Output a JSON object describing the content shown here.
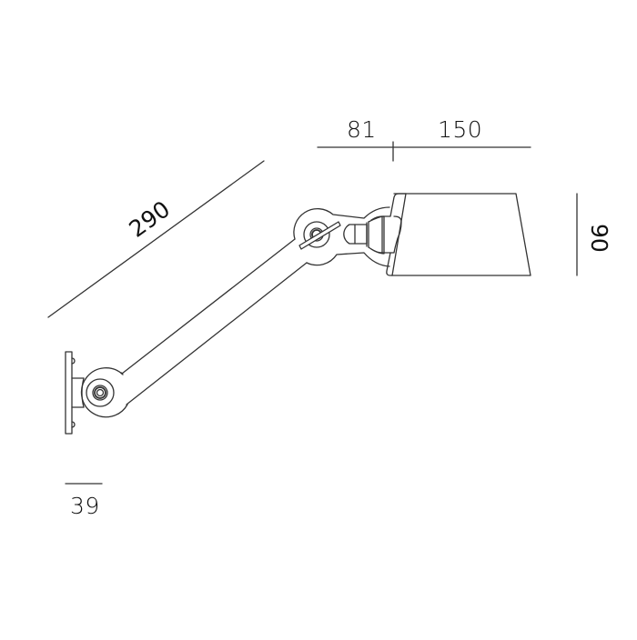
{
  "drawing": {
    "subject": "Wall lamp with single articulated arm — technical dimension drawing",
    "background": "#ffffff",
    "line_color": "#333333",
    "text_color": "#111111"
  },
  "dimensions": {
    "arm_length": {
      "value": "290",
      "orientation": "diagonal"
    },
    "joint_offset": {
      "value": "81",
      "orientation": "horizontal"
    },
    "shade_length": {
      "value": "150",
      "orientation": "horizontal"
    },
    "shade_height": {
      "value": "90",
      "orientation": "vertical-rotated"
    },
    "base_depth": {
      "value": "39",
      "orientation": "horizontal"
    }
  }
}
